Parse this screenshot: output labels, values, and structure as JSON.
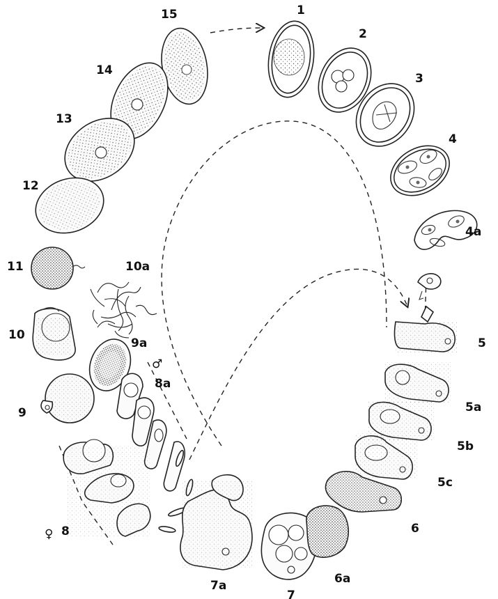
{
  "labels": {
    "s1": "1",
    "s2": "2",
    "s3": "3",
    "s4": "4",
    "s4a": "4a",
    "s5": "5",
    "s5a": "5a",
    "s5b": "5b",
    "s5c": "5c",
    "s6": "6",
    "s6a": "6a",
    "s7": "7",
    "s7a": "7a",
    "s8": "8",
    "s8a": "8a",
    "s9": "9",
    "s9a": "9a",
    "s10": "10",
    "s10a": "10a",
    "s11": "11",
    "s12": "12",
    "s13": "13",
    "s14": "14",
    "s15": "15"
  },
  "symbols": {
    "female": "♀",
    "male": "♂"
  }
}
